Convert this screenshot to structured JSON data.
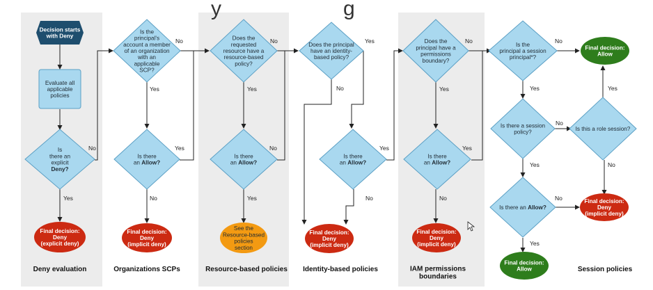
{
  "header": {
    "title_fragment_left": "y",
    "title_fragment_right": "g"
  },
  "columns": [
    {
      "title": [
        "Deny evaluation"
      ]
    },
    {
      "title": [
        "Organizations SCPs"
      ]
    },
    {
      "title": [
        "Resource-based policies"
      ]
    },
    {
      "title": [
        "Identity-based policies"
      ]
    },
    {
      "title": [
        "IAM permissions",
        "boundaries"
      ]
    },
    {
      "title": [
        "Session policies"
      ]
    }
  ],
  "nodes": {
    "start": [
      "Decision starts",
      "with Deny"
    ],
    "evaluate": [
      "Evaluate all",
      "applicable",
      "policies"
    ],
    "explicit_deny_q": [
      "Is",
      "there an",
      "explicit",
      "Deny?"
    ],
    "deny_explicit": [
      "Final decision:",
      "Deny",
      "(explicit deny)"
    ],
    "scp_q": [
      "Is the",
      "principal's",
      "account a member",
      "of an organization",
      "with an",
      "applicable",
      "SCP?"
    ],
    "scp_allow_q": [
      "Is there",
      "an Allow?"
    ],
    "scp_deny": [
      "Final decision:",
      "Deny",
      "(implicit deny)"
    ],
    "rbp_q": [
      "Does the",
      "requested",
      "resource have a",
      "resource-based",
      "policy?"
    ],
    "rbp_allow_q": [
      "Is there",
      "an Allow?"
    ],
    "rbp_see": [
      "See the",
      "Resource-based",
      "policies",
      "section"
    ],
    "ibp_q": [
      "Does the principal",
      "have an identity-",
      "based policy?"
    ],
    "ibp_allow_q": [
      "Is there",
      "an Allow?"
    ],
    "ibp_deny": [
      "Final decision:",
      "Deny",
      "(implicit deny)"
    ],
    "pb_q": [
      "Does the",
      "principal have a",
      "permissions",
      "boundary?"
    ],
    "pb_allow_q": [
      "Is there",
      "an Allow?"
    ],
    "pb_deny": [
      "Final decision:",
      "Deny",
      "(implicit deny)"
    ],
    "sp_principal_q": [
      "Is the",
      "principal a session",
      "principal*?"
    ],
    "sp_policy_q": [
      "Is there a session",
      "policy?"
    ],
    "sp_role_q": [
      "Is this a role session?"
    ],
    "sp_allow_q": [
      "Is there an Allow?"
    ],
    "final_allow_top": [
      "Final decision:",
      "Allow"
    ],
    "final_allow_bottom": [
      "Final decision:",
      "Allow"
    ],
    "sp_deny": [
      "Final decision:",
      "Deny",
      "(implicit deny)"
    ]
  },
  "edge_labels": {
    "yes": "Yes",
    "no": "No"
  },
  "colors": {
    "diamond_fill": "#a9d8ef",
    "diamond_stroke": "#5b9fc4",
    "box_fill": "#a9d8ef",
    "start_fill": "#1e4e6e",
    "deny_fill": "#cc2a12",
    "allow_fill": "#2e7d1c",
    "see_fill": "#f39a12",
    "band_fill": "#ececec"
  }
}
